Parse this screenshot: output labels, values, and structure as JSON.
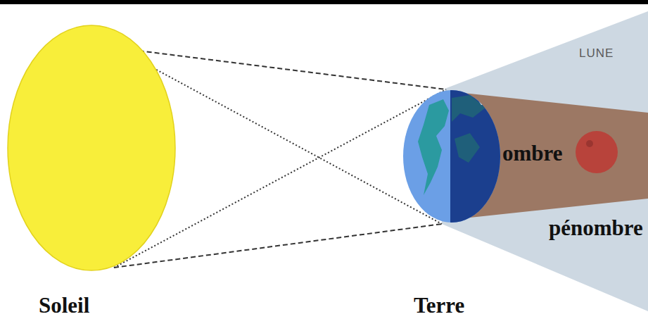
{
  "diagram": {
    "nodes": [
      {
        "text": [
          "Soleil"
        ]
      },
      {
        "text": [
          "Terre"
        ]
      }
    ],
    "labels": [
      "LUNE",
      "ombre",
      "pénombre"
    ]
  }
}
